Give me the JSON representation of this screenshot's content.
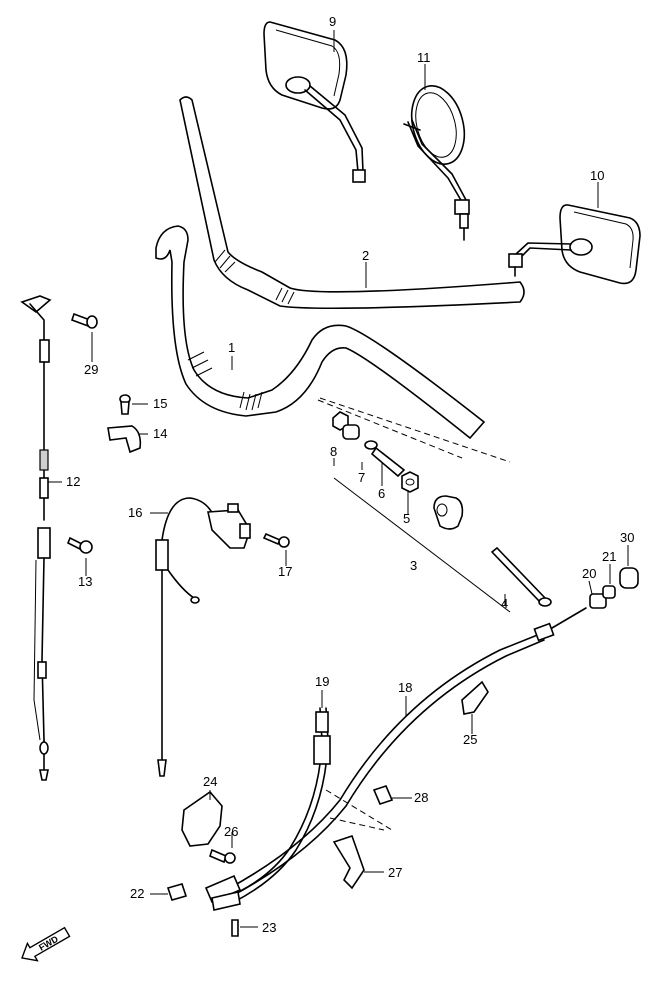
{
  "callouts": {
    "c1": "1",
    "c2": "2",
    "c3": "3",
    "c4": "4",
    "c5": "5",
    "c6": "6",
    "c7": "7",
    "c8": "8",
    "c9": "9",
    "c10": "10",
    "c11": "11",
    "c12": "12",
    "c13": "13",
    "c14": "14",
    "c15": "15",
    "c16": "16",
    "c17": "17",
    "c18": "18",
    "c19": "19",
    "c20": "20",
    "c21": "21",
    "c22": "22",
    "c23": "23",
    "c24": "24",
    "c25": "25",
    "c26": "26",
    "c27": "27",
    "c28": "28",
    "c29": "29",
    "c30": "30"
  },
  "fwd_badge": {
    "label": "FWD",
    "icon": "forward-arrow-icon"
  }
}
